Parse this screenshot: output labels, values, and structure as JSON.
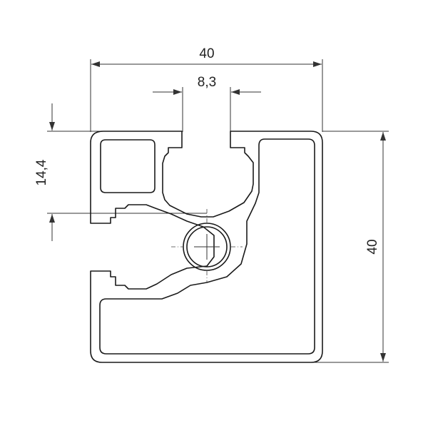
{
  "colors": {
    "outline": "#1a1a1a",
    "dimension": "#333333",
    "background": "#ffffff"
  },
  "dimensions": {
    "overall_width": "40",
    "slot_width": "8,3",
    "slot_depth": "14,4",
    "overall_height": "40"
  }
}
